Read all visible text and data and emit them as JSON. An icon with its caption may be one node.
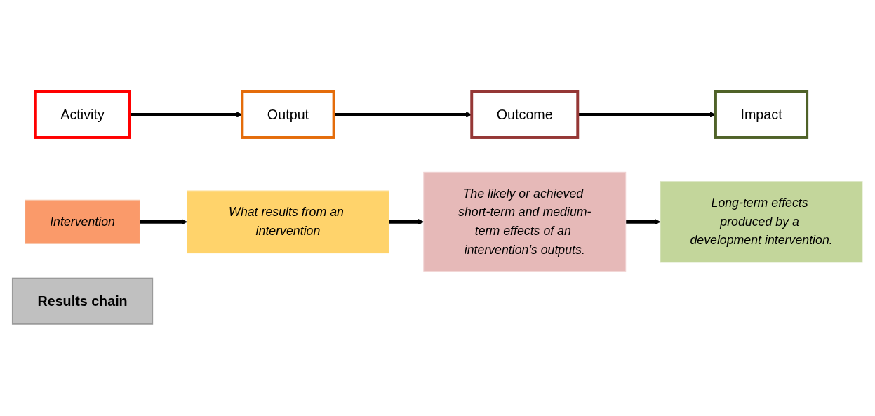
{
  "diagram": {
    "nodes": [
      {
        "text": [
          "Activity"
        ]
      },
      {
        "text": [
          "Output"
        ]
      },
      {
        "text": [
          "Outcome"
        ]
      },
      {
        "text": [
          "Impact"
        ]
      },
      {
        "text": [
          "Intervention"
        ]
      },
      {
        "text": [
          "What results from an intervention"
        ]
      },
      {
        "text": [
          "The likely or achieved short-term and medium-term effects of an intervention's outputs."
        ]
      },
      {
        "text": [
          "Long-term effects produced by a development intervention."
        ]
      },
      {
        "text": [
          "Results chain"
        ]
      }
    ],
    "edges": [
      {
        "from": 0,
        "to": 1,
        "arrow": "to"
      },
      {
        "from": 1,
        "to": 2,
        "arrow": "to"
      },
      {
        "from": 2,
        "to": 3,
        "arrow": "to"
      },
      {
        "from": 4,
        "to": 5,
        "arrow": "to"
      },
      {
        "from": 5,
        "to": 6,
        "arrow": "to"
      },
      {
        "from": 6,
        "to": 7,
        "arrow": "to"
      }
    ]
  }
}
